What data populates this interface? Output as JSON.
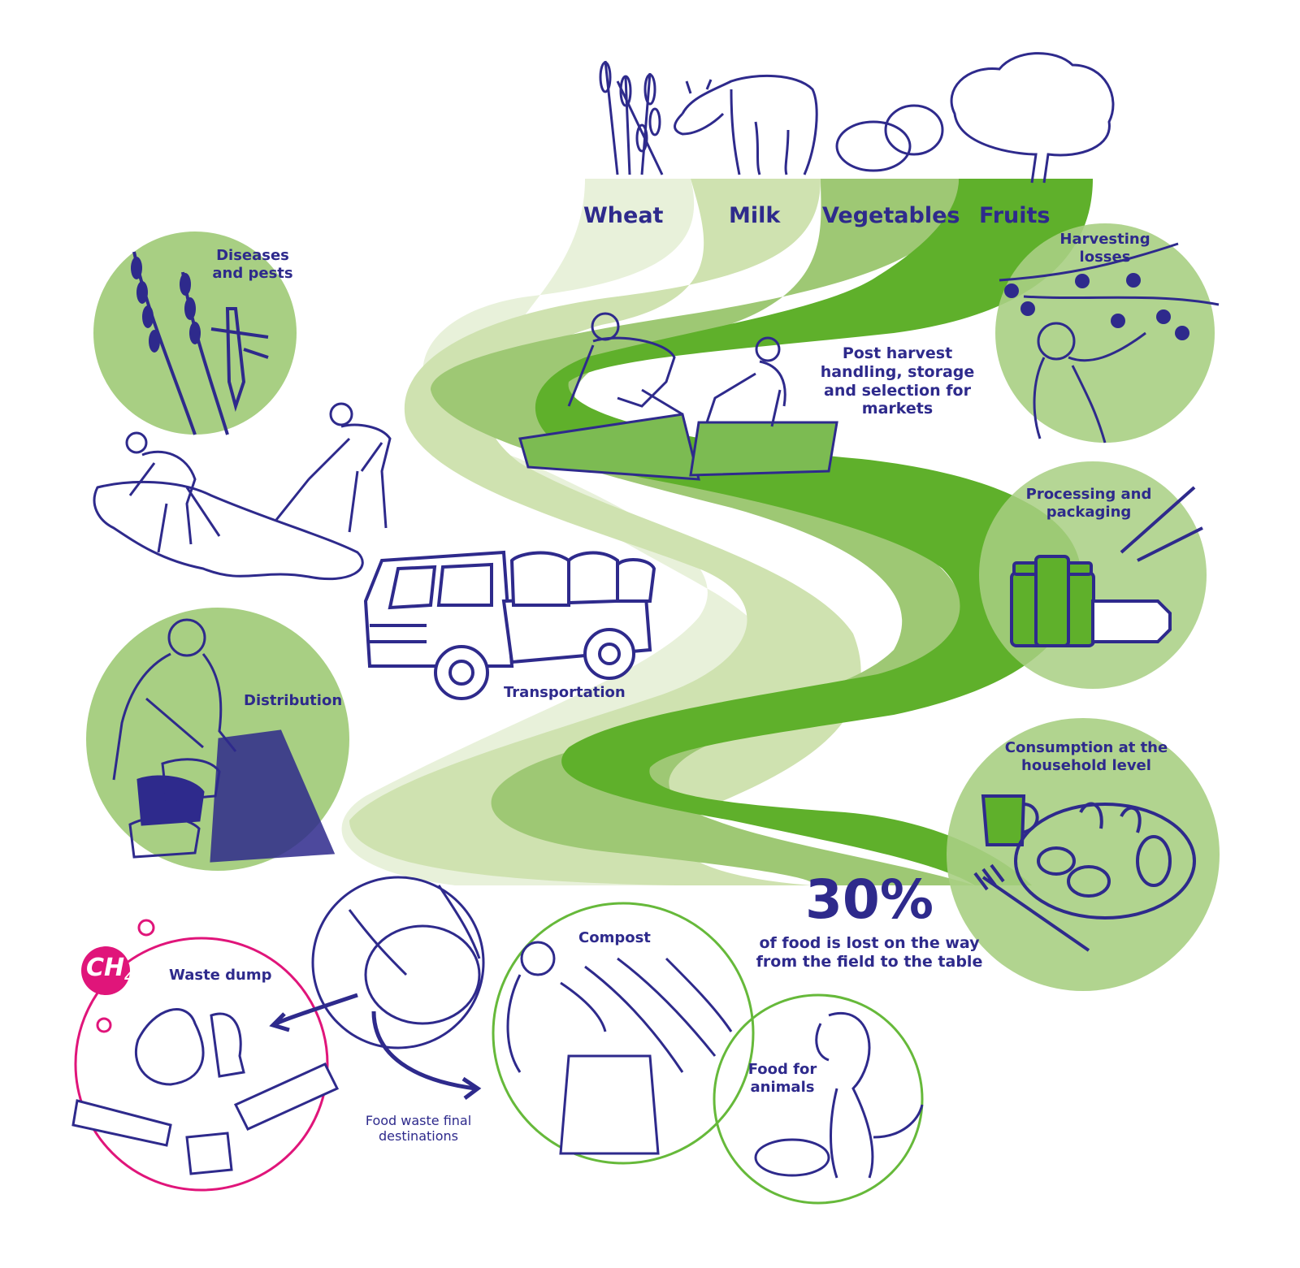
{
  "columns": [
    "Wheat",
    "Milk",
    "Vegetables",
    "Fruits"
  ],
  "stages": {
    "diseases": "Diseases and pests",
    "harvesting": "Harvesting losses",
    "post_harvest": "Post harvest handling, storage and selection for markets",
    "processing": "Processing and packaging",
    "transportation": "Transportation",
    "distribution": "Distribution",
    "consumption": "Consumption at the household level"
  },
  "stat": {
    "value": "30%",
    "caption": "of food is lost on the way from the field to the table"
  },
  "destinations": {
    "title": "Food waste final destinations",
    "waste_dump": "Waste dump",
    "methane": "CH",
    "methane_sub": "4",
    "compost": "Compost",
    "animals": "Food for animals"
  },
  "colors": {
    "band_lightest": "#e8f1da",
    "band_light": "#cfe2b0",
    "band_mid": "#9ec874",
    "band_dark": "#5fb02b",
    "circle_fill": "#a8cf83",
    "ink": "#2e2a8c",
    "waste_magenta": "#e0157a",
    "compost_green": "#66b93a"
  },
  "icons": [
    "wheat-icon",
    "cow-icon",
    "potato-icon",
    "tree-icon",
    "truck-icon",
    "jars-icon",
    "plate-icon",
    "dog-icon",
    "bottle-icon"
  ]
}
